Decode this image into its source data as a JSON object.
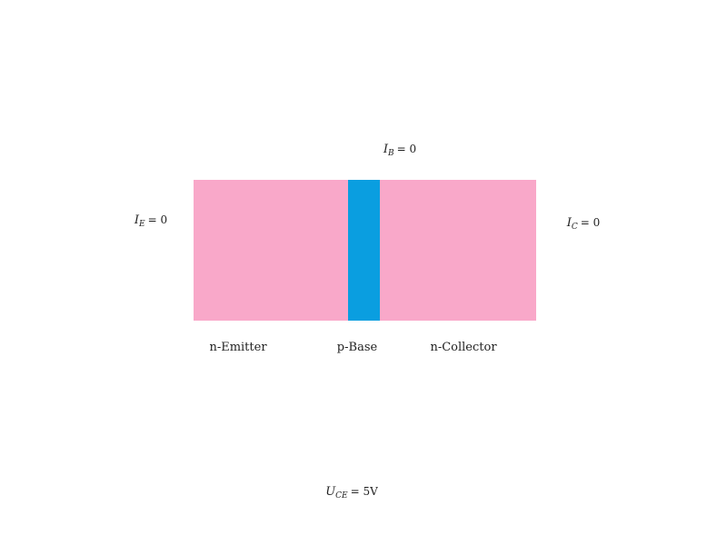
{
  "colors": {
    "n_region": "#f9a8c9",
    "p_region": "#0a9ee0"
  },
  "regions": {
    "emitter_label": "n-Emitter",
    "base_label": "p-Base",
    "collector_label": "n-Collector"
  },
  "currents": {
    "base": {
      "symbol": "I",
      "subscript": "B",
      "value": "= 0"
    },
    "emitter": {
      "symbol": "I",
      "subscript": "E",
      "value": "= 0"
    },
    "collector": {
      "symbol": "I",
      "subscript": "C",
      "value": "= 0"
    }
  },
  "voltage": {
    "symbol": "U",
    "subscript": "CE",
    "value": "= 5V"
  }
}
